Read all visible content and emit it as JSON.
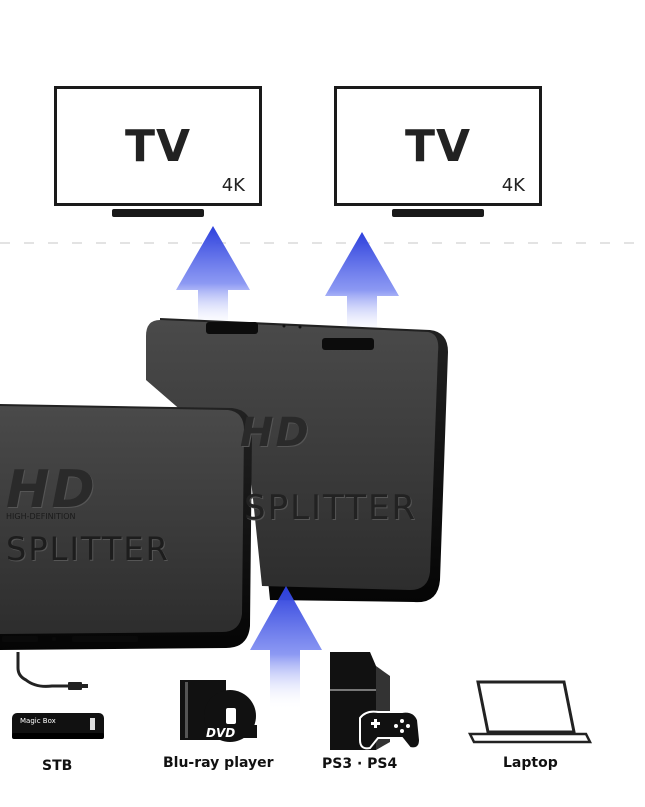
{
  "tvs": [
    {
      "title": "TV",
      "resolution": "4K"
    },
    {
      "title": "TV",
      "resolution": "4K"
    }
  ],
  "splitter_back": {
    "logo": "HD",
    "label": "SPLITTER"
  },
  "splitter_front": {
    "logo": "HD",
    "subtitle": "HIGH-DEFINITION",
    "label": "SPLITTER"
  },
  "stb_brand": "Magic Box",
  "dvd_mark": "DVD",
  "devices": [
    {
      "label": "STB",
      "icon": "set-top-box-icon"
    },
    {
      "label": "Blu-ray player",
      "icon": "dvd-player-icon"
    },
    {
      "label": "PS3 · PS4",
      "icon": "game-console-icon"
    },
    {
      "label": "Laptop",
      "icon": "laptop-icon"
    }
  ],
  "colors": {
    "arrow": "#3a4fe0",
    "device_body": "#3b3b3b",
    "device_edge": "#0f0f0f"
  }
}
